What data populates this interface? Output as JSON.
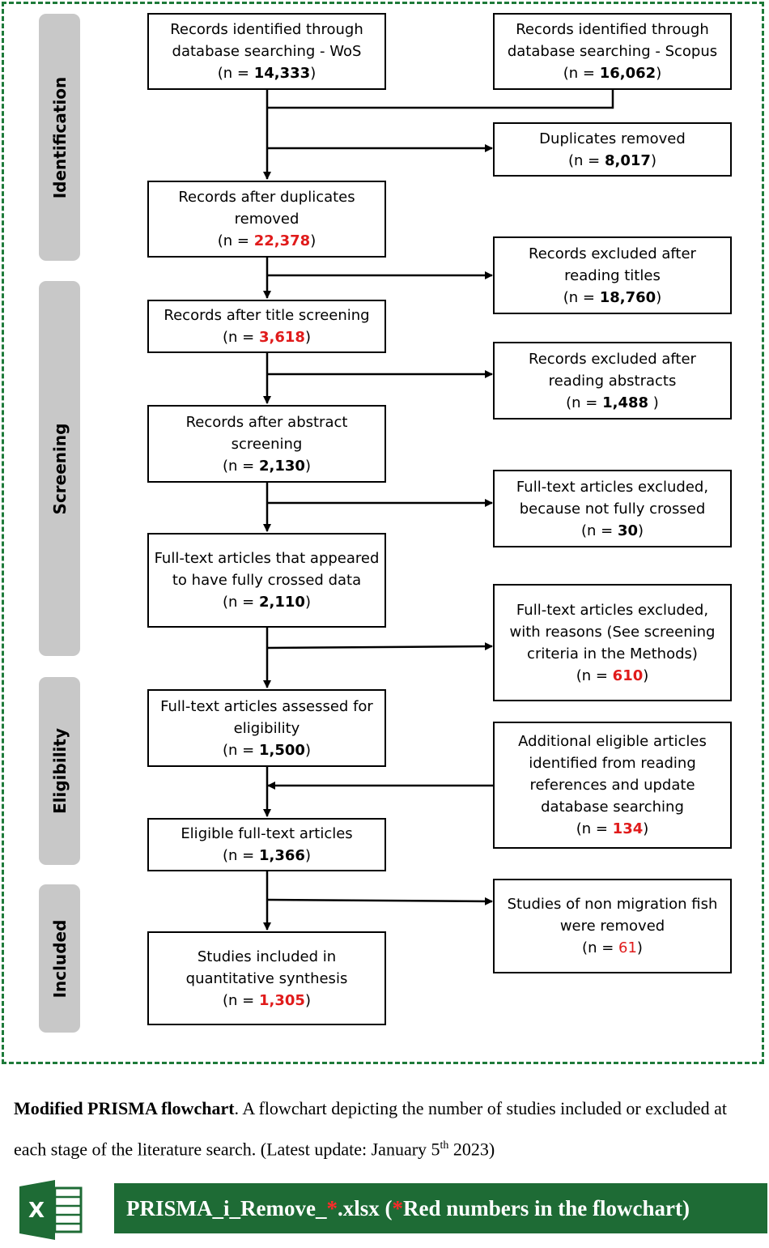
{
  "stages": [
    "Identification",
    "Screening",
    "Eligibility",
    "Included"
  ],
  "boxes": {
    "wos": {
      "text": "Records identified through database searching - WoS",
      "n": "14,333"
    },
    "scopus": {
      "text": "Records identified through database searching - Scopus",
      "n": "16,062"
    },
    "duplicates": {
      "text": "Duplicates removed",
      "n": "8,017"
    },
    "after_dup": {
      "text": "Records after duplicates removed",
      "n": "22,378"
    },
    "excl_titles": {
      "text": "Records excluded after reading titles",
      "n": "18,760"
    },
    "after_title": {
      "text": "Records after title screening",
      "n": "3,618"
    },
    "excl_abstracts": {
      "text": "Records excluded after reading abstracts",
      "n": "1,488"
    },
    "after_abstract": {
      "text": "Records after abstract screening",
      "n": "2,130"
    },
    "excl_not_crossed": {
      "text": "Full-text articles excluded, because not fully crossed",
      "n": "30"
    },
    "fully_crossed": {
      "text": "Full-text articles that appeared to have fully crossed data",
      "n": "2,110"
    },
    "excl_reasons": {
      "text": "Full-text articles excluded, with reasons (See screening criteria in the Methods)",
      "n": "610"
    },
    "assessed": {
      "text": "Full-text articles assessed for eligibility",
      "n": "1,500"
    },
    "additional": {
      "text": "Additional eligible articles identified from reading references and update database searching",
      "n": "134"
    },
    "eligible": {
      "text": "Eligible full-text articles",
      "n": "1,366"
    },
    "non_migration": {
      "text": "Studies of non migration fish were removed",
      "n": "61"
    },
    "included": {
      "text": "Studies included in quantitative synthesis",
      "n": "1,305"
    }
  },
  "n_prefix": "(n = ",
  "n_suffix": ")",
  "caption": {
    "title": "Modified PRISMA flowchart",
    "text": ". A flowchart depicting the number of studies included or excluded at each stage of the literature search. (Latest update: January 5",
    "sup": "th",
    "end": " 2023)"
  },
  "banner": {
    "prefix": "PRISMA_i_Remove_",
    "star": "*",
    "middle": ".xlsx (",
    "star2": "*",
    "suffix": "Red numbers in the flowchart)"
  },
  "icon": "excel-icon",
  "colors": {
    "frame": "#1e7a3a",
    "red": "#e01b1b",
    "banner": "#1e6b35",
    "stage": "#c8c8c8"
  }
}
